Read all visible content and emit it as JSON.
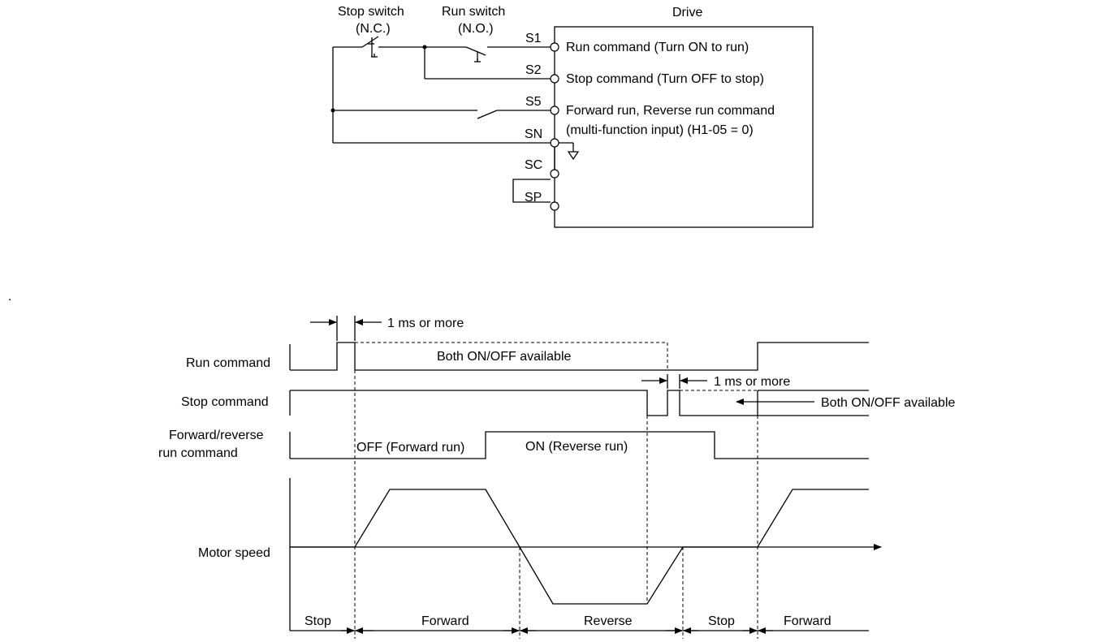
{
  "wiring": {
    "drive_label": "Drive",
    "stop_switch_label": "Stop switch",
    "stop_switch_type": "(N.C.)",
    "run_switch_label": "Run switch",
    "run_switch_type": "(N.O.)",
    "terminals": {
      "s1": "S1",
      "s2": "S2",
      "s5": "S5",
      "sn": "SN",
      "sc": "SC",
      "sp": "SP"
    },
    "descriptions": {
      "run": "Run command (Turn ON to run)",
      "stop": "Stop command (Turn OFF to stop)",
      "fwd_rev_1": "Forward run, Reverse run command",
      "fwd_rev_2": "(multi-function input) (H1-05 = 0)"
    }
  },
  "dot_mark": ".",
  "timing": {
    "run_command_label": "Run command",
    "stop_command_label": "Stop command",
    "fwdrev_label_1": "Forward/reverse",
    "fwdrev_label_2": "run command",
    "motor_speed_label": "Motor speed",
    "min_pulse_1": "1 ms or more",
    "min_pulse_2": "1 ms or more",
    "both_available_1": "Both ON/OFF available",
    "both_available_2": "Both ON/OFF available",
    "off_forward": "OFF (Forward run)",
    "on_reverse": "ON (Reverse run)",
    "phases": [
      "Stop",
      "Forward",
      "Reverse",
      "Stop",
      "Forward"
    ]
  }
}
